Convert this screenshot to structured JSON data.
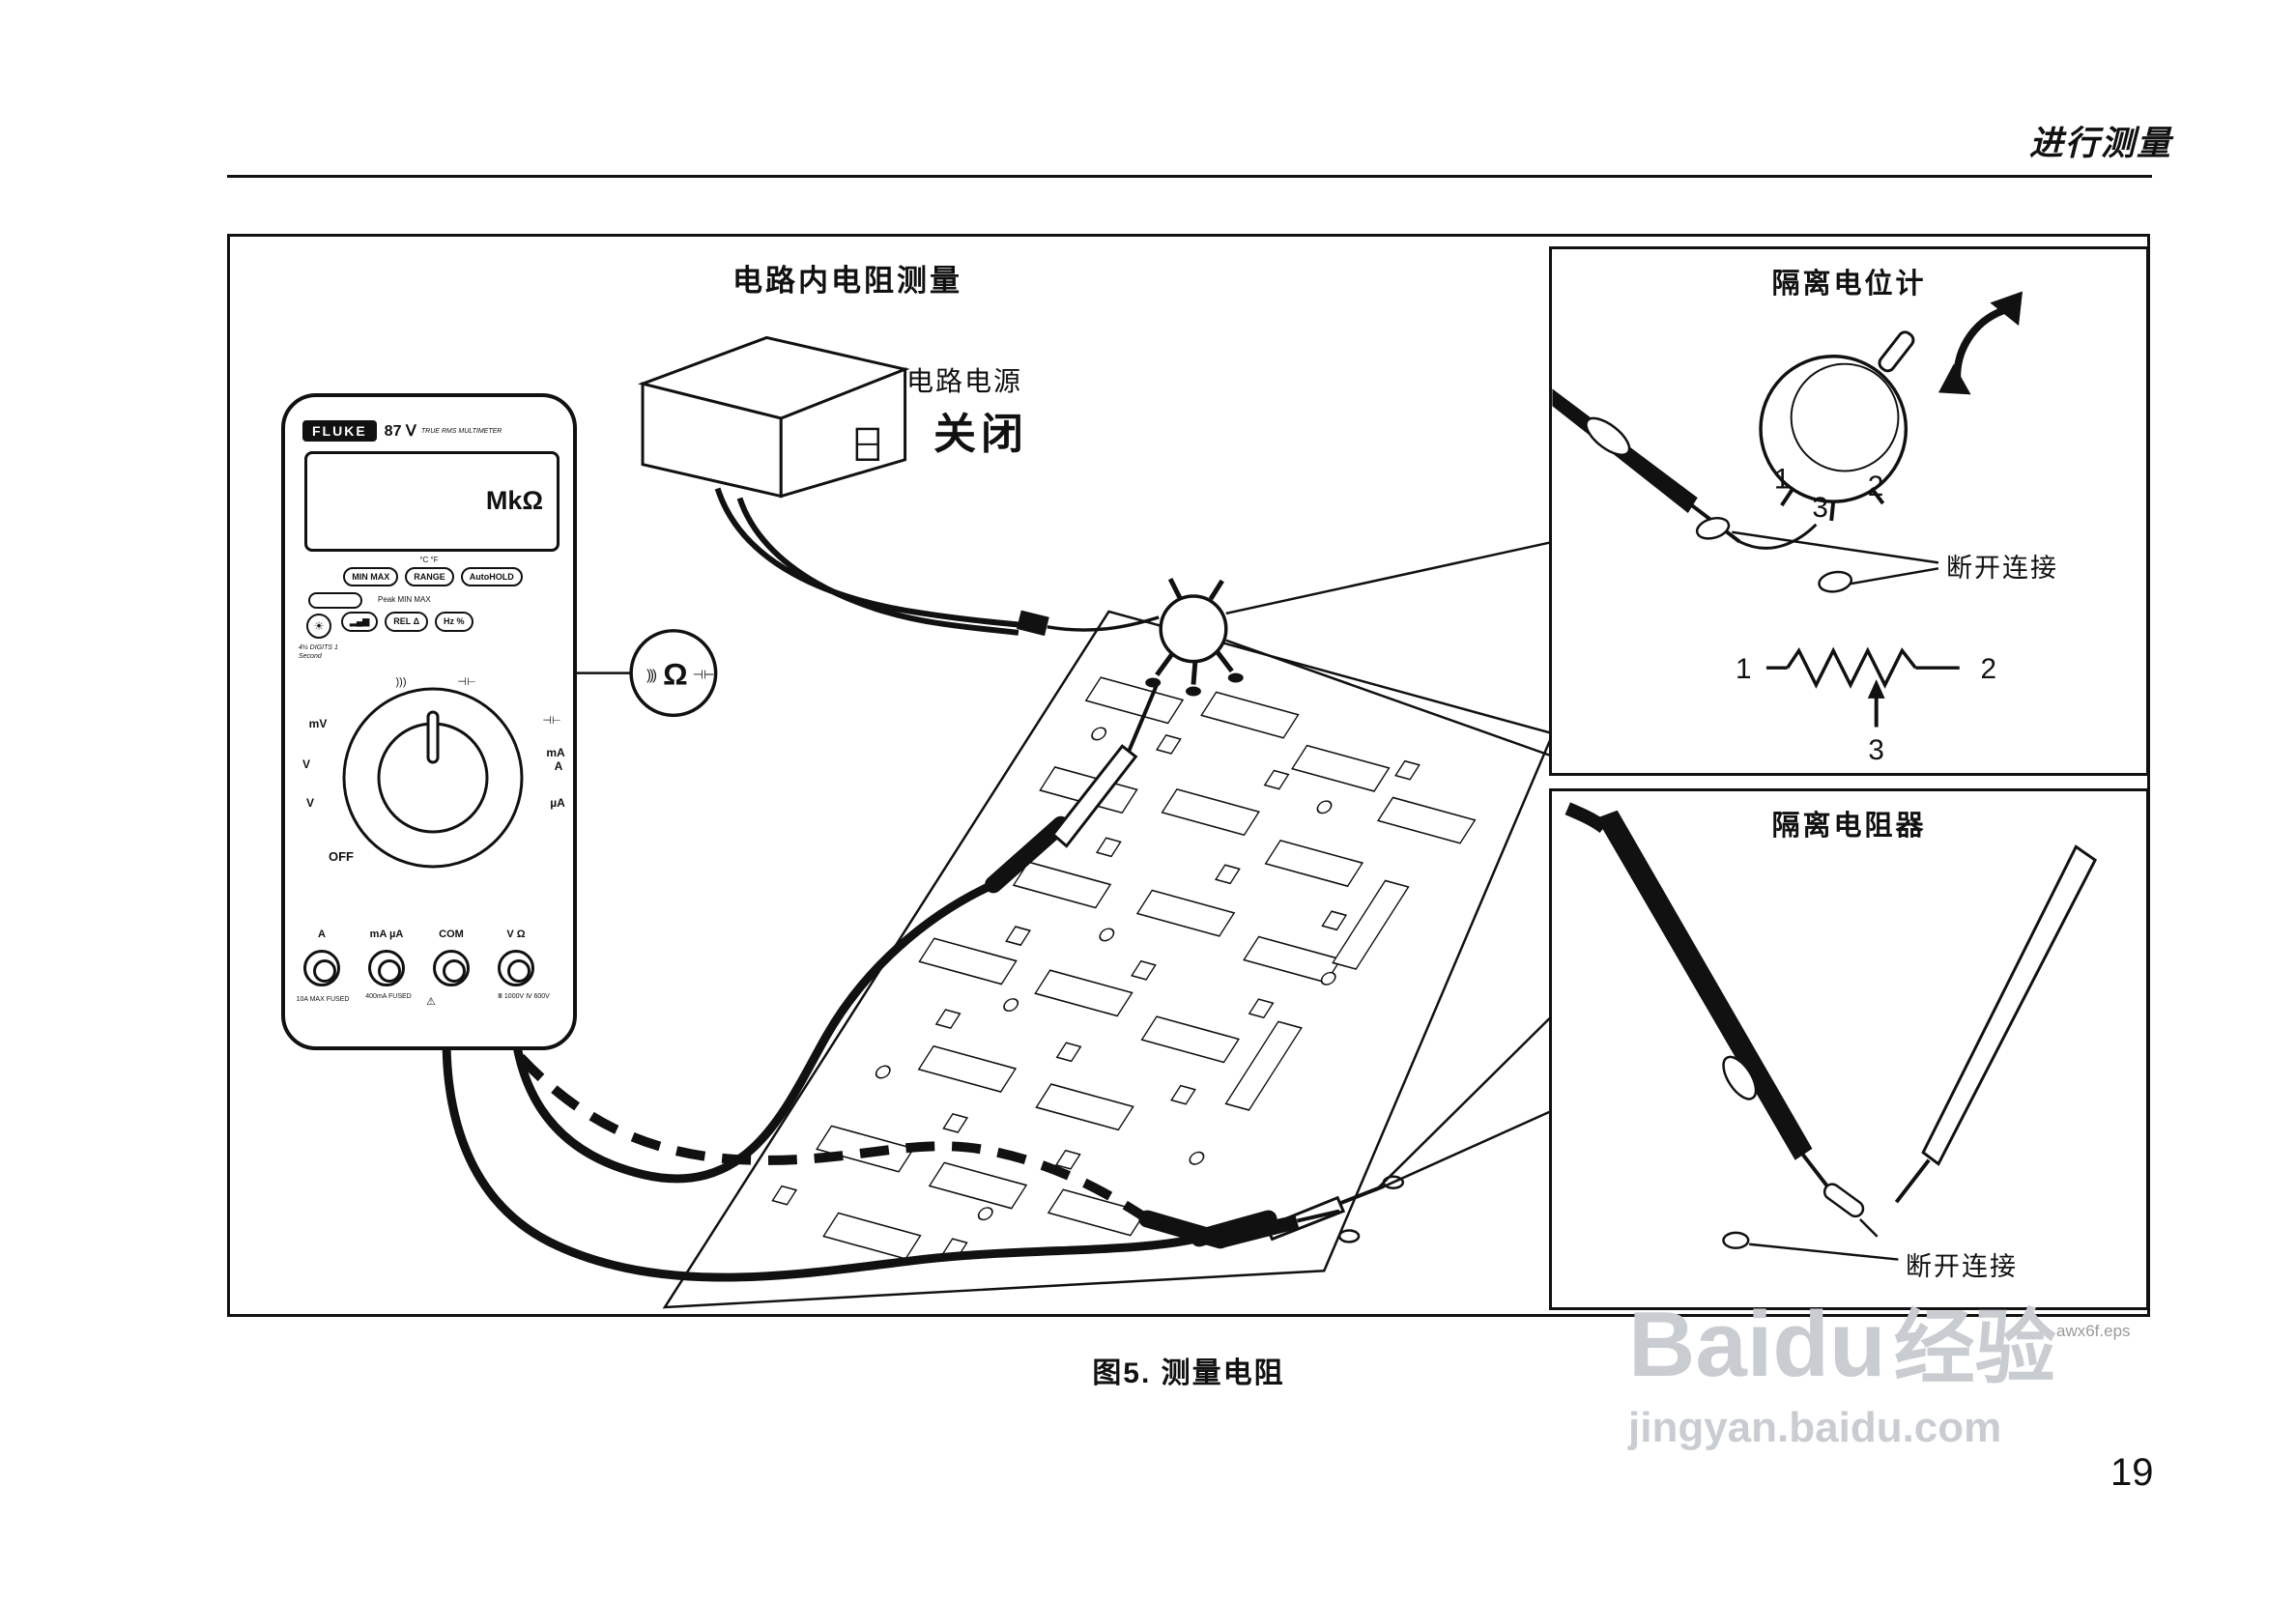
{
  "page": {
    "header": "进行测量",
    "caption": "图5. 测量电阻",
    "file_ref": "awx6f.eps",
    "page_number": "19"
  },
  "figure": {
    "title": "电路内电阻测量",
    "power_source_label": "电路电源",
    "power_state": "关闭"
  },
  "panel_pot": {
    "title": "隔离电位计",
    "disconnect": "断开连接",
    "pin1": "1",
    "pin3": "3",
    "pin2": "2",
    "sch1": "1",
    "sch2": "2",
    "sch3": "3"
  },
  "panel_res": {
    "title": "隔离电阻器",
    "disconnect": "断开连接"
  },
  "meter": {
    "brand": "FLUKE",
    "model": "87 Ⅴ",
    "subtitle": "TRUE RMS MULTIMETER",
    "display": "MkΩ",
    "label_cf": "°C °F",
    "btn_minmax": "MIN MAX",
    "btn_range": "RANGE",
    "btn_autohold": "AutoHOLD",
    "label_peak": "Peak MIN MAX",
    "btn_beep": "▂▄▆",
    "btn_rel": "REL Δ",
    "btn_hz": "Hz %",
    "backlight_icon": "☀",
    "note_digits": "4½ DIGITS 1 Second",
    "dial": {
      "l1": "mV",
      "l2": "V",
      "l3": "V",
      "off": "OFF",
      "r1": "⊣⊢",
      "r2": "mA",
      "r2b": "A",
      "r3": "µA",
      "t1": ")))",
      "t2": "⊣⊢"
    },
    "jacks": {
      "a": "A",
      "ma": "mA µA",
      "com": "COM",
      "v": "V Ω"
    },
    "note_10a": "10A MAX FUSED",
    "note_400ma": "400mA FUSED",
    "warn": "⚠",
    "note_cat": "Ⅲ 1000V Ⅳ 600V"
  },
  "callout": {
    "waves": ")))",
    "symbol": "Ω",
    "diode": "⊣⊢"
  },
  "watermark": {
    "brand": "Baidu",
    "suffix": "经验",
    "url": "jingyan.baidu.com"
  }
}
